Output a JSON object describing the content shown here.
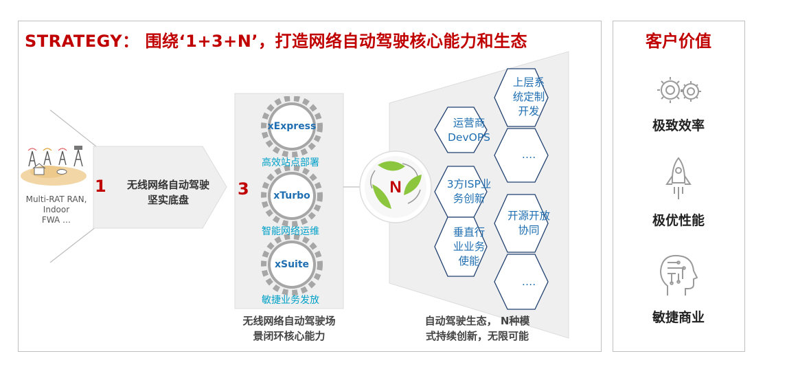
{
  "header": {
    "title": "STRATEGY：  围绕‘1+3+N’，打造网络自动驾驶核心能力和生态"
  },
  "left": {
    "site_label_lines": [
      "Multi-RAT RAN,",
      "Indoor",
      "FWA …"
    ]
  },
  "pillar1": {
    "number": "1",
    "label_lines": [
      "无线网络自动驾驶",
      "坚实底盘"
    ]
  },
  "pillar3": {
    "number": "3",
    "gears": [
      {
        "name": "xExpress",
        "desc": "高效站点部署"
      },
      {
        "name": "xTurbo",
        "desc": "智能网络运维"
      },
      {
        "name": "xSuite",
        "desc": "敏捷业务发放"
      }
    ],
    "caption_lines": [
      "无线网络自动驾驶场",
      "景闭环核心能力"
    ]
  },
  "pillarN": {
    "letter": "N",
    "hexes": [
      {
        "lines": [
          "运营商",
          "DevOPS"
        ]
      },
      {
        "lines": [
          "上层系",
          "统定制",
          "开发"
        ]
      },
      {
        "lines": [
          "…."
        ]
      },
      {
        "lines": [
          "3方ISP业",
          "务创新"
        ]
      },
      {
        "lines": [
          "开源开放",
          "协同"
        ]
      },
      {
        "lines": [
          "垂直行",
          "业业务",
          "使能"
        ]
      },
      {
        "lines": [
          "…."
        ]
      }
    ],
    "caption_lines": [
      "自动驾驶生态， N种模",
      "式持续创新，无限可能"
    ]
  },
  "customer_value": {
    "title": "客户价值",
    "items": [
      {
        "label": "极致效率",
        "icon": "gears-icon"
      },
      {
        "label": "极优性能",
        "icon": "rocket-icon"
      },
      {
        "label": "敏捷商业",
        "icon": "circuit-head-icon"
      }
    ]
  },
  "colors": {
    "accent_red": "#c00000",
    "blue": "#1f6fb2",
    "cyan": "#00a0c8",
    "leaf_green": "#8cc63f"
  }
}
